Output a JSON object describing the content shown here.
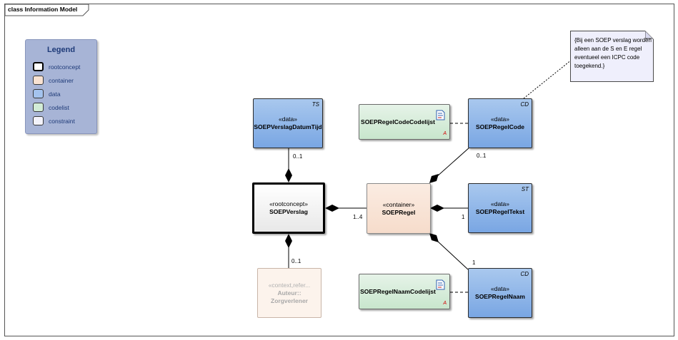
{
  "frame": {
    "title": "class Information Model"
  },
  "legend": {
    "title": "Legend",
    "items": [
      {
        "label": "rootconcept",
        "color": "#ffffff"
      },
      {
        "label": "container",
        "color": "#f9e2d2"
      },
      {
        "label": "data",
        "color": "#a4c3ee"
      },
      {
        "label": "codelist",
        "color": "#d2ecd6"
      },
      {
        "label": "constraint",
        "color": "#f3f3fb"
      }
    ]
  },
  "nodes": {
    "verslag_datum_tijd": {
      "tag": "TS",
      "stereotype": "«data»",
      "name": "SOEPVerslagDatumTijd"
    },
    "verslag": {
      "stereotype": "«rootconcept»",
      "name": "SOEPVerslag"
    },
    "auteur": {
      "stereotype": "«context,refer...",
      "name_line1": "Auteur::",
      "name_line2": "Zorgverlener"
    },
    "regel": {
      "stereotype": "«container»",
      "name": "SOEPRegel"
    },
    "regel_code": {
      "tag": "CD",
      "stereotype": "«data»",
      "name": "SOEPRegelCode"
    },
    "regel_tekst": {
      "tag": "ST",
      "stereotype": "«data»",
      "name": "SOEPRegelTekst"
    },
    "regel_naam": {
      "tag": "CD",
      "stereotype": "«data»",
      "name": "SOEPRegelNaam"
    },
    "regel_code_codelijst": {
      "name": "SOEPRegelCodeCodelijst",
      "marker": "A"
    },
    "regel_naam_codelijst": {
      "name": "SOEPRegelNaamCodelijst",
      "marker": "A"
    }
  },
  "multiplicities": {
    "datum_tijd": "0..1",
    "auteur": "0..1",
    "regel_on_verslag": "1..4",
    "regel_code": "0..1",
    "regel_tekst": "1",
    "regel_naam": "1"
  },
  "note": {
    "text": "{Bij een SOEP verslag worden alleen aan de S en E regel eventueel een ICPC code toegekend.}"
  }
}
